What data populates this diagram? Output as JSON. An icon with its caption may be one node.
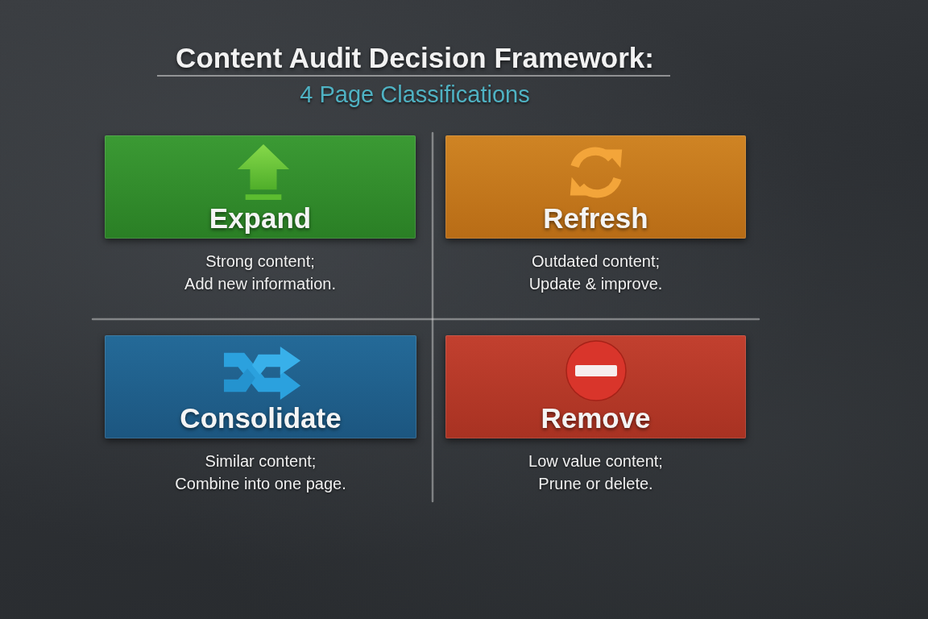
{
  "diagram": {
    "title": "Content Audit Decision Framework:",
    "nodes": [
      {
        "text": [
          "Expand"
        ],
        "beside": [
          "Strong content; Add new information."
        ]
      },
      {
        "text": [
          "Refresh"
        ],
        "beside": [
          "Outdated content; Update & improve."
        ]
      },
      {
        "text": [
          "Consolidate"
        ],
        "beside": [
          "Similar content; Combine into one page."
        ]
      },
      {
        "text": [
          "Remove"
        ],
        "beside": [
          "Low value content; Prune or delete."
        ]
      }
    ],
    "labels": [
      "4 Page Classifications"
    ]
  }
}
